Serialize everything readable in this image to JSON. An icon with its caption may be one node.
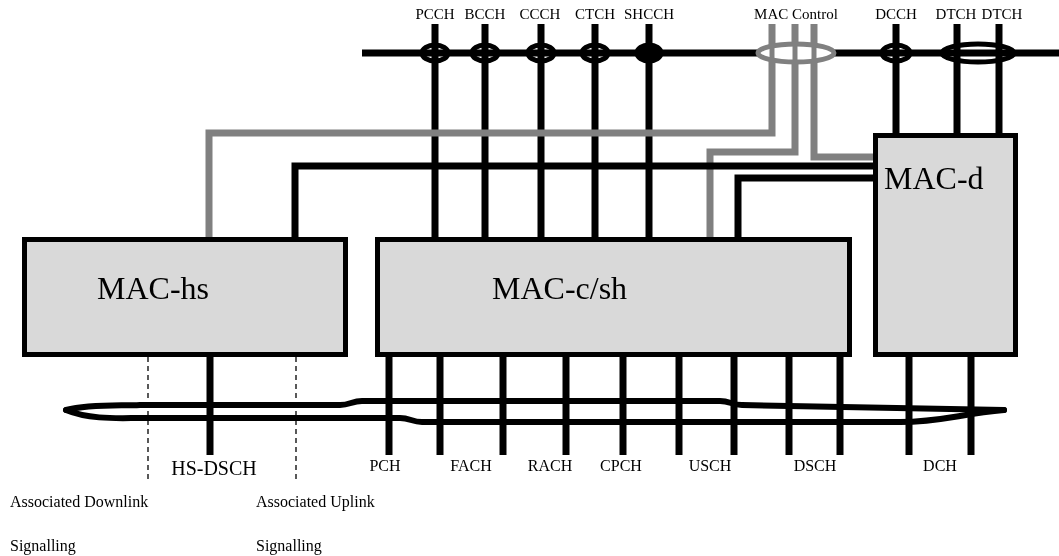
{
  "diagram": {
    "nodes": [
      {
        "text": [
          "MAC-hs"
        ]
      },
      {
        "text": [
          "MAC-c/sh"
        ]
      },
      {
        "text": [
          "MAC-d"
        ]
      },
      {
        "text": [
          "PCCH"
        ]
      },
      {
        "text": [
          "BCCH"
        ]
      },
      {
        "text": [
          "CCCH"
        ]
      },
      {
        "text": [
          "CTCH"
        ]
      },
      {
        "text": [
          "SHCCH"
        ]
      },
      {
        "text": [
          "MAC Control"
        ]
      },
      {
        "text": [
          "DCCH"
        ]
      },
      {
        "text": [
          "DTCH"
        ]
      },
      {
        "text": [
          "DTCH"
        ]
      },
      {
        "text": [
          "HS-DSCH"
        ]
      },
      {
        "text": [
          "PCH"
        ]
      },
      {
        "text": [
          "FACH"
        ]
      },
      {
        "text": [
          "RACH"
        ]
      },
      {
        "text": [
          "CPCH"
        ]
      },
      {
        "text": [
          "USCH"
        ]
      },
      {
        "text": [
          "DSCH"
        ]
      },
      {
        "text": [
          "DCH"
        ]
      },
      {
        "text": [
          "Associated Downlink Signalling"
        ]
      },
      {
        "text": [
          "Associated Uplink Signalling"
        ]
      }
    ],
    "edges": [
      {
        "from": 3,
        "to": 1,
        "arrow": "none"
      },
      {
        "from": 4,
        "to": 1,
        "arrow": "none"
      },
      {
        "from": 5,
        "to": 1,
        "arrow": "none"
      },
      {
        "from": 6,
        "to": 1,
        "arrow": "none"
      },
      {
        "from": 7,
        "to": 1,
        "arrow": "none"
      },
      {
        "from": 9,
        "to": 2,
        "arrow": "none"
      },
      {
        "from": 10,
        "to": 2,
        "arrow": "none"
      },
      {
        "from": 11,
        "to": 2,
        "arrow": "none"
      },
      {
        "from": 8,
        "to": 0,
        "arrow": "none",
        "color": "#808080"
      },
      {
        "from": 8,
        "to": 1,
        "arrow": "none",
        "color": "#808080"
      },
      {
        "from": 8,
        "to": 2,
        "arrow": "none",
        "color": "#808080"
      },
      {
        "from": 2,
        "to": 0,
        "arrow": "none"
      },
      {
        "from": 2,
        "to": 1,
        "arrow": "none"
      },
      {
        "from": 0,
        "to": 12,
        "arrow": "none"
      },
      {
        "from": 0,
        "to": 20,
        "arrow": "none",
        "style": "dashed"
      },
      {
        "from": 0,
        "to": 21,
        "arrow": "none",
        "style": "dashed"
      },
      {
        "from": 1,
        "to": 13,
        "arrow": "none"
      },
      {
        "from": 1,
        "to": 14,
        "arrow": "none"
      },
      {
        "from": 1,
        "to": 14,
        "arrow": "none"
      },
      {
        "from": 1,
        "to": 15,
        "arrow": "none"
      },
      {
        "from": 1,
        "to": 16,
        "arrow": "none"
      },
      {
        "from": 1,
        "to": 17,
        "arrow": "none"
      },
      {
        "from": 1,
        "to": 17,
        "arrow": "none"
      },
      {
        "from": 1,
        "to": 18,
        "arrow": "none"
      },
      {
        "from": 1,
        "to": 18,
        "arrow": "none"
      },
      {
        "from": 2,
        "to": 19,
        "arrow": "none"
      },
      {
        "from": 2,
        "to": 19,
        "arrow": "none"
      }
    ]
  }
}
